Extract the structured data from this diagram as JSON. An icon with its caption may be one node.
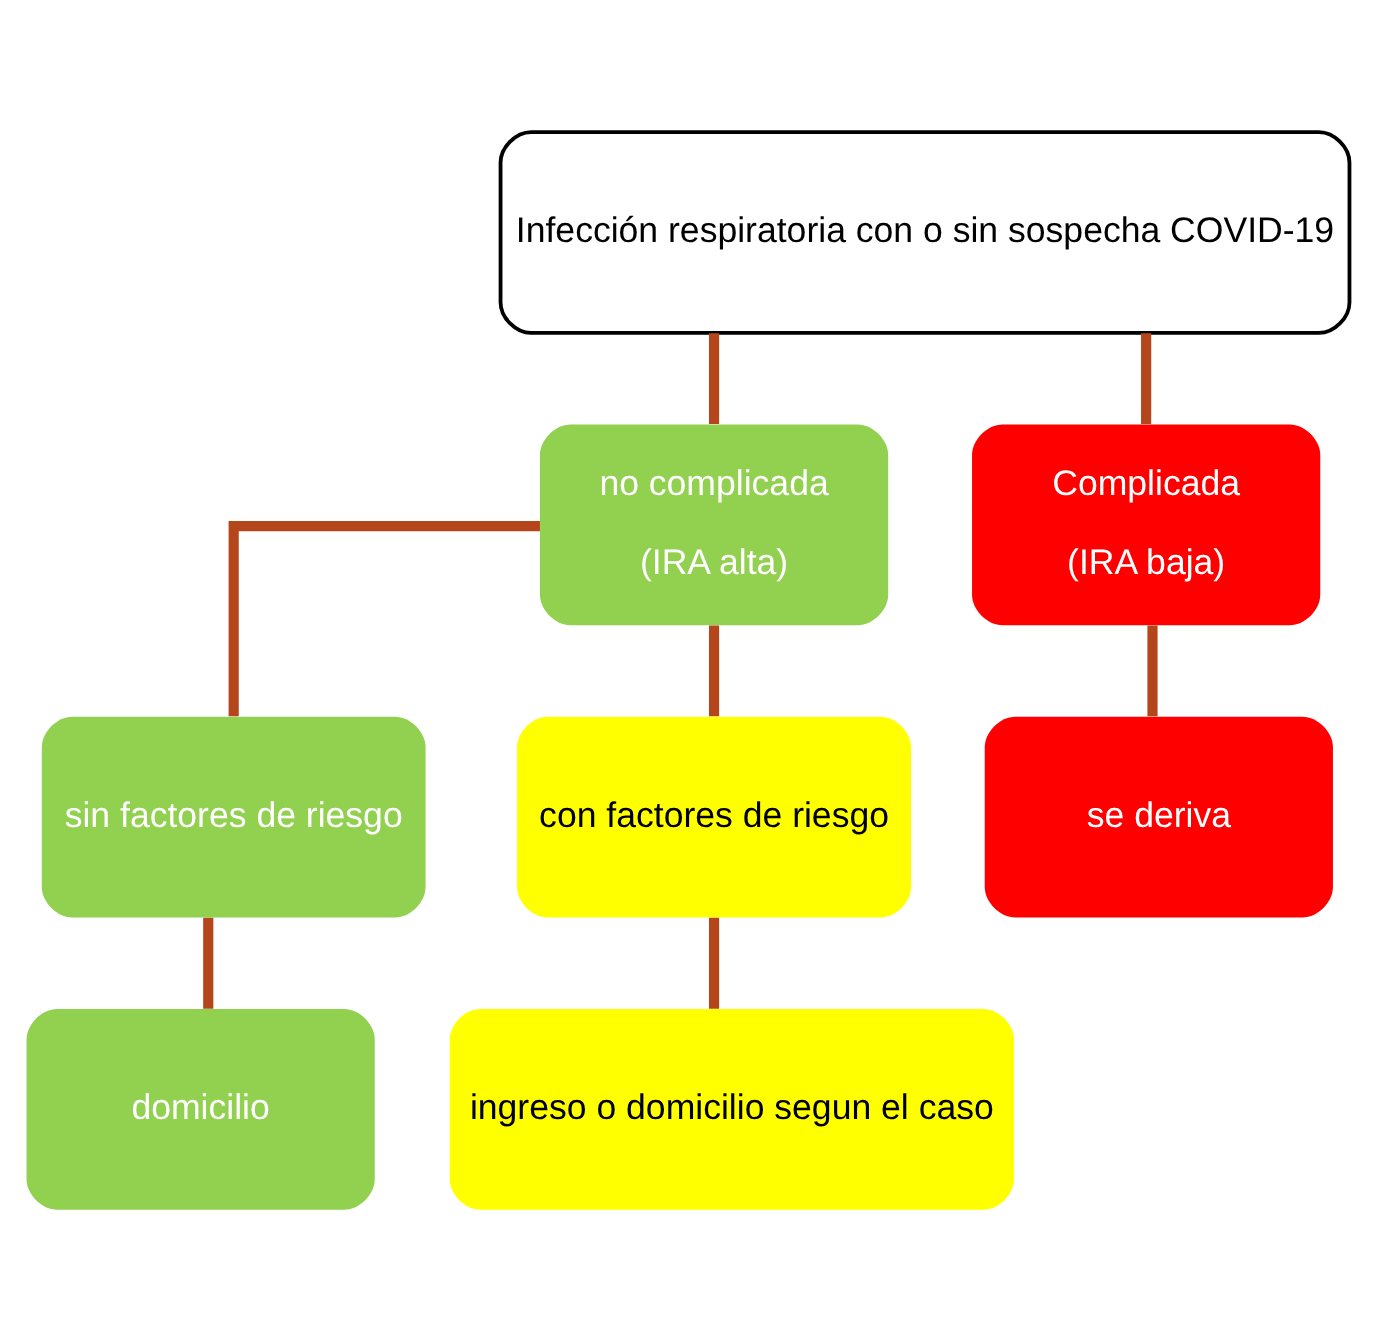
{
  "diagram": {
    "nodes": [
      {
        "text": [
          "Infección respiratoria con o sin sospecha COVID-19"
        ]
      },
      {
        "text": [
          "no complicada",
          "(IRA alta)"
        ]
      },
      {
        "text": [
          "Complicada",
          "(IRA baja)"
        ]
      },
      {
        "text": [
          "sin factores de riesgo"
        ]
      },
      {
        "text": [
          "con factores de riesgo"
        ]
      },
      {
        "text": [
          "domicilio"
        ]
      },
      {
        "text": [
          "ingreso o domicilio segun el caso"
        ]
      },
      {
        "text": [
          "se deriva"
        ]
      }
    ],
    "edges": [
      {
        "from": 0,
        "to": 1,
        "arrow": "none"
      },
      {
        "from": 0,
        "to": 2,
        "arrow": "none"
      },
      {
        "from": 1,
        "to": 3,
        "arrow": "none"
      },
      {
        "from": 1,
        "to": 4,
        "arrow": "none"
      },
      {
        "from": 3,
        "to": 5,
        "arrow": "none"
      },
      {
        "from": 4,
        "to": 6,
        "arrow": "none"
      },
      {
        "from": 2,
        "to": 7,
        "arrow": "none"
      }
    ]
  }
}
